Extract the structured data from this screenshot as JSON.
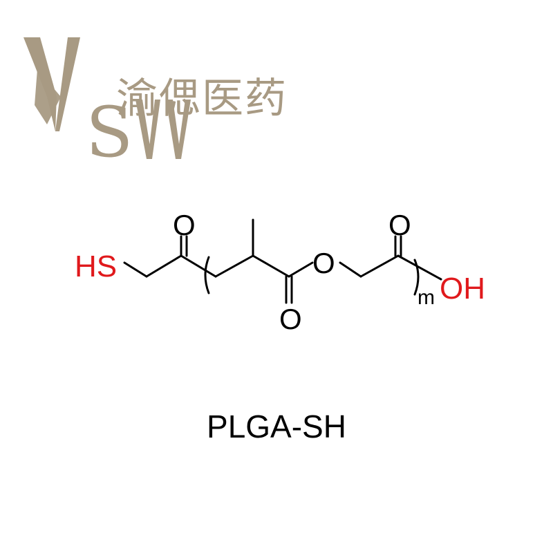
{
  "brand": {
    "name_cn": "渝偲医药",
    "logo_letters": "SW",
    "color": "#a89a83"
  },
  "molecule": {
    "name": "PLGA-SH",
    "atoms": {
      "thiol": "HS",
      "ketone_oxygen": "O",
      "ester_oxygen": "O",
      "ester_carbonyl_oxygen": "O",
      "acid_carbonyl_oxygen": "O",
      "hydroxyl": "OH",
      "repeat_subscript": "m"
    },
    "colors": {
      "heteroatom": "#e0191c",
      "bond": "#000000"
    }
  }
}
